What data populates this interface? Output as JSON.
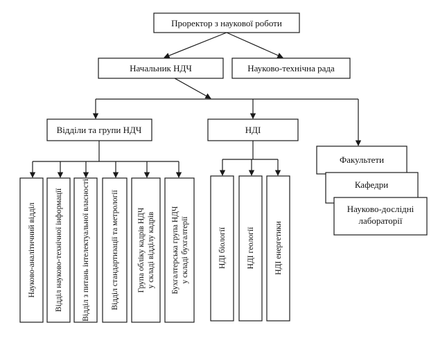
{
  "nodes": {
    "prorector": "Проректор з наукової роботи",
    "head_ndch": "Начальник НДЧ",
    "sci_council": "Науково-технічна рада",
    "departments": "Відділи та групи НДЧ",
    "ndi": "НДІ",
    "faculties": "Факультети",
    "chairs": "Кафедри",
    "labs_line1": "Науково-дослідні",
    "labs_line2": "лабораторії"
  },
  "departments_list": [
    [
      "Науково-аналітичний відділ"
    ],
    [
      "Відділ науково-технічної інформації"
    ],
    [
      "Відділ з питань інтелектуальної власності"
    ],
    [
      "Відділ стандартизації та метрології"
    ],
    [
      "Група обліку кадрів НДЧ",
      "у складі відділу кадрів"
    ],
    [
      "Бухгалтерська група НДЧ",
      "у складі бухгалтерії"
    ]
  ],
  "ndi_list": [
    "НДІ біології",
    "НДІ геології",
    "НДІ енергетики"
  ]
}
